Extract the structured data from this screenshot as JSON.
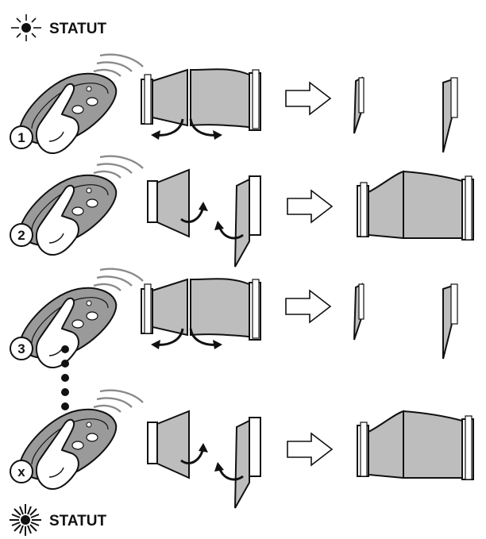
{
  "header_status": {
    "label": "STATUT",
    "icon": "blinking-light-icon"
  },
  "footer_status": {
    "label": "STATUT",
    "icon": "light-on-icon"
  },
  "steps": [
    {
      "number": "1",
      "from_state": "closed",
      "to_state": "open",
      "motion": "opening"
    },
    {
      "number": "2",
      "from_state": "open",
      "to_state": "closed",
      "motion": "closing"
    },
    {
      "number": "3",
      "from_state": "closed",
      "to_state": "open",
      "motion": "opening"
    },
    {
      "number": "x",
      "from_state": "open",
      "to_state": "closed",
      "motion": "closing"
    }
  ],
  "colors": {
    "panel_fill": "#bdbdbd",
    "panel_dark": "#8f8f8f",
    "post_fill": "#ffffff",
    "stroke": "#111111",
    "remote_fill": "#9a9a9a"
  }
}
